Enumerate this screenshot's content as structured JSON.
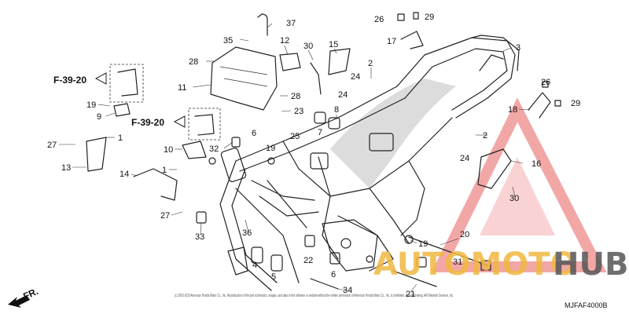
{
  "diagram": {
    "ref_labels": [
      "F-39-20",
      "F-39-20"
    ],
    "front_label": "FR.",
    "code": "MJFAF4000B",
    "copyright": "(c) 2003-2019 American Honda Motor Co., Inc. Reproduction of the part schematics, images, and data in this software or website without the written permission of American Honda Motor Co., Inc. is prohibited. Patent Pending. ARI Network Services, Inc.",
    "watermark": {
      "part1": "AUTOMOTO",
      "part2": "HUB",
      "color1": "#f0b840",
      "color2": "#555555",
      "triangle_color": "#e86060"
    },
    "callouts": [
      "37",
      "35",
      "12",
      "26",
      "29",
      "30",
      "15",
      "17",
      "3",
      "28",
      "2",
      "11",
      "24",
      "24",
      "26",
      "28",
      "29",
      "18",
      "19",
      "8",
      "23",
      "9",
      "7",
      "6",
      "25",
      "2",
      "27",
      "1",
      "19",
      "10",
      "32",
      "16",
      "13",
      "24",
      "1",
      "14",
      "30",
      "27",
      "20",
      "33",
      "19",
      "36",
      "31",
      "22",
      "4",
      "5",
      "6",
      "34",
      "21"
    ]
  }
}
